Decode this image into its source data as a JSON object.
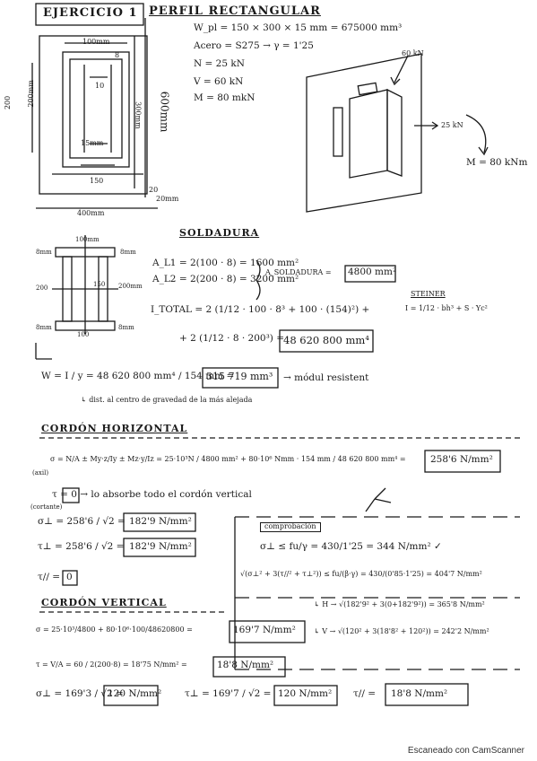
{
  "header": {
    "exercise": "EJERCICIO 1",
    "profile": "PERFIL RECTANGULAR"
  },
  "sketch_top": {
    "dim_100": "100mm",
    "dim_8": "8",
    "dim_10": "10",
    "dim_200": "200mm",
    "dim_300": "300mm",
    "dim_600": "600mm",
    "dim_150": "150",
    "dim_15": "15mm",
    "dim_20": "20",
    "dim_400": "400mm",
    "dim_200b": "200",
    "dim_20b": "20mm"
  },
  "data_lines": [
    "W_pl = 150 × 300 × 15 mm = 675000 mm³",
    "Acero = S275 → γ = 1'25",
    "N = 25 kN",
    "V = 60 kN",
    "M = 80 mkN"
  ],
  "sketch_3d": {
    "force_60": "60 kN",
    "force_25": "25 kN",
    "moment": "M = 80 kNm"
  },
  "soldadura": {
    "title": "SOLDADURA",
    "a1": "A_L1 = 2(100 · 8) = 1600 mm²",
    "a2": "A_L2 = 2(200 · 8) = 3200 mm²",
    "atotal_label": "A_SOLDADURA =",
    "atotal_value": "4800 mm²",
    "steiner_label": "STEINER",
    "steiner_formula": "I = 1/12 · bh³ + S · Yc²",
    "inercia_line1": "I_TOTAL = 2 (1/12 · 100 · 8³ + 100 · (154)²) +",
    "inercia_line2": "+ 2 (1/12 · 8 · 200³) =",
    "inercia_value": "48 620 800 mm⁴",
    "sk_100": "100mm",
    "sk_8a": "8mm",
    "sk_8b": "8mm",
    "sk_200": "200",
    "sk_200b": "200mm",
    "sk_100b": "100",
    "sk_8c": "8mm",
    "sk_8d": "8mm",
    "sk_150": "150",
    "modulo_line": "W = I / y = 48 620 800 mm⁴ / 154 mm =",
    "modulo_value": "315 719 mm³",
    "modulo_note": "→ módul resistent",
    "dist_note": "↳ dist. al centro de gravedad de la más alejada"
  },
  "cordon_horizontal": {
    "title": "CORDÓN HORIZONTAL",
    "sigma_formula": "σ = N/A ± My·z/Iy ± Mz·y/Iz = 25·10³N / 4800 mm² + 80·10⁶ Nmm · 154 mm / 48 620 800 mm⁴ =",
    "sigma_value": "258'6 N/mm²",
    "axil": "(axil)",
    "tau_line": "τ = 0 → lo absorbe todo el cordón vertical",
    "cortante": "(cortante)",
    "sigma_perp_line": "σ⊥ = 258'6 / √2 =",
    "sigma_perp_value": "182'9 N/mm²",
    "tau_perp_line": "τ⊥ = 258'6 / √2 =",
    "tau_perp_value": "182'9 N/mm²",
    "tau_par_line": "τ// =",
    "tau_par_value": "0"
  },
  "comprobacion": {
    "title": "comprobación",
    "line1": "σ⊥ ≤ fu/γ = 430/1'25 = 344 N/mm² ✓",
    "line2": "√(σ⊥² + 3(τ//² + τ⊥²)) ≤ fu/(β·γ) = 430/(0'85·1'25) = 404'7 N/mm²",
    "line3": "↳ H → √(182'9² + 3(0+182'9²)) = 365'8 N/mm²",
    "line4": "↳ V → √(120² + 3(18'8² + 120²)) = 242'2 N/mm²"
  },
  "cordon_vertical": {
    "title": "CORDÓN VERTICAL",
    "sigma_line": "σ = 25·10³/4800 + 80·10⁶·100/48620800 =",
    "sigma_value": "169'7 N/mm²",
    "tau_line": "τ = V/A = 60 / 2(200·8) = 18'75 N/mm² =",
    "tau_value": "18'8 N/mm²",
    "sigma_perp_line": "σ⊥ = 169'3 / √2 =",
    "sigma_perp_value": "120 N/mm²",
    "tau_perp_line": "τ⊥ = 169'7 / √2 =",
    "tau_perp_value": "120 N/mm²",
    "tau_par_line": "τ// =",
    "tau_par_value": "18'8 N/mm²"
  },
  "footer": "Escaneado con CamScanner"
}
